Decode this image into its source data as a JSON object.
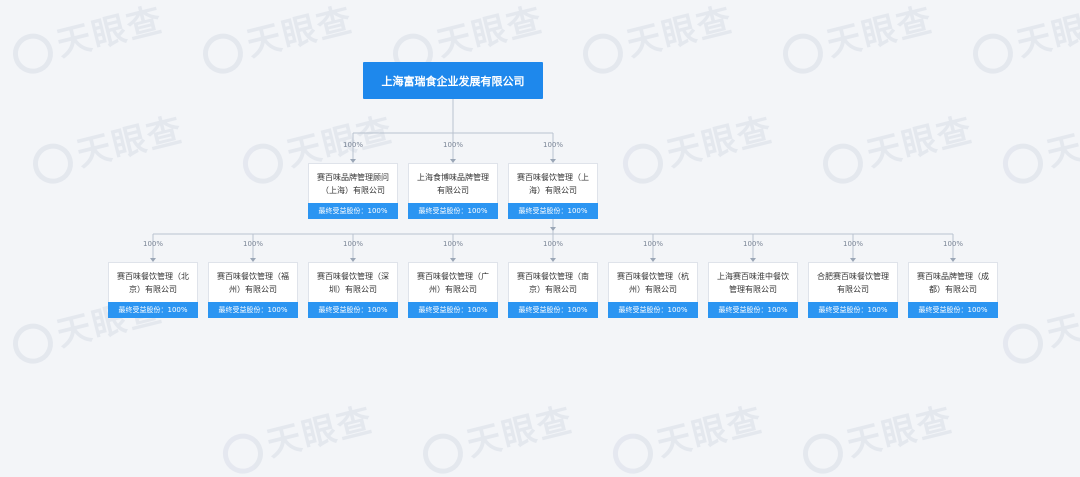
{
  "watermark_text": "天眼查",
  "root": {
    "name": "上海富瑞食企业发展有限公司"
  },
  "level1": [
    {
      "name": "赛百味品牌管理顾问（上海）有限公司",
      "pct": "100%",
      "share": "最终受益股份：100%"
    },
    {
      "name": "上海食博味品牌管理有限公司",
      "pct": "100%",
      "share": "最终受益股份：100%"
    },
    {
      "name": "赛百味餐饮管理（上海）有限公司",
      "pct": "100%",
      "share": "最终受益股份：100%"
    }
  ],
  "level2": [
    {
      "name": "赛百味餐饮管理（北京）有限公司",
      "pct": "100%",
      "share": "最终受益股份：100%"
    },
    {
      "name": "赛百味餐饮管理（福州）有限公司",
      "pct": "100%",
      "share": "最终受益股份：100%"
    },
    {
      "name": "赛百味餐饮管理（深圳）有限公司",
      "pct": "100%",
      "share": "最终受益股份：100%"
    },
    {
      "name": "赛百味餐饮管理（广州）有限公司",
      "pct": "100%",
      "share": "最终受益股份：100%"
    },
    {
      "name": "赛百味餐饮管理（南京）有限公司",
      "pct": "100%",
      "share": "最终受益股份：100%"
    },
    {
      "name": "赛百味餐饮管理（杭州）有限公司",
      "pct": "100%",
      "share": "最终受益股份：100%"
    },
    {
      "name": "上海赛百味淮中餐饮管理有限公司",
      "pct": "100%",
      "share": "最终受益股份：100%"
    },
    {
      "name": "合肥赛百味餐饮管理有限公司",
      "pct": "100%",
      "share": "最终受益股份：100%"
    },
    {
      "name": "赛百味品牌管理（成都）有限公司",
      "pct": "100%",
      "share": "最终受益股份：100%"
    }
  ]
}
